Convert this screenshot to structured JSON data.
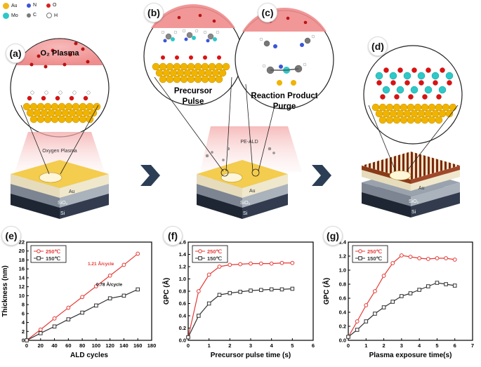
{
  "legend": {
    "items": [
      {
        "symbol": "Au",
        "color": "#f2b61c"
      },
      {
        "symbol": "N",
        "color": "#3a55d8"
      },
      {
        "symbol": "O",
        "color": "#d92020"
      },
      {
        "symbol": "Mo",
        "color": "#2ec8c8"
      },
      {
        "symbol": "C",
        "color": "#7a7a7a"
      },
      {
        "symbol": "H",
        "color": "#ffffff"
      }
    ]
  },
  "panels": {
    "a": {
      "label": "(a)",
      "title": "O₂ Plasma",
      "beam": "Oxygen Plasma",
      "layers": [
        "Au",
        "SiO₂",
        "Si"
      ]
    },
    "b": {
      "label": "(b)",
      "caption_line1": "Precursor",
      "caption_line2": "Pulse",
      "beam": "PE-ALD",
      "layers": [
        "Au",
        "SiO₂",
        "Si"
      ]
    },
    "c": {
      "label": "(c)",
      "caption_line1": "Reaction Product",
      "caption_line2": "Purge"
    },
    "d": {
      "label": "(d)",
      "layers": [
        "Au",
        "SiO₂",
        "Si"
      ]
    }
  },
  "charts": {
    "e": {
      "label": "(e)"
    },
    "f": {
      "label": "(f)"
    },
    "g": {
      "label": "(g)"
    }
  },
  "colors": {
    "series_250": "#e53935",
    "series_150": "#333333",
    "arrow": "#2c3e55"
  },
  "chart_data": [
    {
      "type": "line",
      "panel": "(e)",
      "xlabel": "ALD cycles",
      "ylabel": "Thickness (nm)",
      "xlim": [
        0,
        180
      ],
      "ylim": [
        0,
        22
      ],
      "xticks": [
        0,
        20,
        40,
        60,
        80,
        100,
        120,
        140,
        160,
        180
      ],
      "yticks": [
        0,
        2,
        4,
        6,
        8,
        10,
        12,
        14,
        16,
        18,
        20,
        22
      ],
      "legend_position": "top-left",
      "series": [
        {
          "name": "250℃",
          "marker": "circle",
          "x": [
            0,
            20,
            40,
            60,
            80,
            100,
            120,
            140,
            160
          ],
          "y": [
            0,
            2.4,
            4.9,
            7.3,
            9.7,
            12.1,
            14.5,
            16.9,
            19.4
          ]
        },
        {
          "name": "150℃",
          "marker": "square",
          "x": [
            0,
            20,
            40,
            60,
            80,
            100,
            120,
            140,
            160
          ],
          "y": [
            0,
            1.6,
            3.1,
            4.7,
            6.2,
            7.8,
            9.4,
            10.0,
            11.4
          ]
        }
      ],
      "annotations": [
        "1.21 Å/cycle",
        "0.78 Å/cycle"
      ]
    },
    {
      "type": "line",
      "panel": "(f)",
      "xlabel": "Precursor pulse time (s)",
      "ylabel": "GPC (Å)",
      "xlim": [
        0,
        6
      ],
      "ylim": [
        0,
        1.6
      ],
      "xticks": [
        0,
        1,
        2,
        3,
        4,
        5,
        6
      ],
      "yticks": [
        0.0,
        0.2,
        0.4,
        0.6,
        0.8,
        1.0,
        1.2,
        1.4,
        1.6
      ],
      "legend_position": "top-left",
      "series": [
        {
          "name": "250℃",
          "marker": "circle",
          "x": [
            0,
            0.5,
            1,
            1.5,
            2,
            2.5,
            3,
            3.5,
            4,
            4.5,
            5
          ],
          "y": [
            0.05,
            0.8,
            1.07,
            1.2,
            1.23,
            1.24,
            1.25,
            1.25,
            1.25,
            1.26,
            1.26
          ]
        },
        {
          "name": "150℃",
          "marker": "square",
          "x": [
            0,
            0.5,
            1,
            1.5,
            2,
            2.5,
            3,
            3.5,
            4,
            4.5,
            5
          ],
          "y": [
            0.05,
            0.4,
            0.6,
            0.74,
            0.77,
            0.79,
            0.81,
            0.82,
            0.83,
            0.83,
            0.84
          ]
        }
      ]
    },
    {
      "type": "line",
      "panel": "(g)",
      "xlabel": "Plasma exposure time(s)",
      "ylabel": "GPC (Å)",
      "xlim": [
        0,
        7
      ],
      "ylim": [
        0,
        1.4
      ],
      "xticks": [
        0,
        1,
        2,
        3,
        4,
        5,
        6,
        7
      ],
      "yticks": [
        0.0,
        0.2,
        0.4,
        0.6,
        0.8,
        1.0,
        1.2,
        1.4
      ],
      "legend_position": "top-left",
      "series": [
        {
          "name": "250℃",
          "marker": "circle",
          "x": [
            0,
            0.5,
            1,
            1.5,
            2,
            2.5,
            3,
            3.5,
            4,
            4.5,
            5,
            5.5,
            6
          ],
          "y": [
            0.05,
            0.27,
            0.5,
            0.7,
            0.92,
            1.1,
            1.21,
            1.19,
            1.17,
            1.16,
            1.17,
            1.17,
            1.15
          ]
        },
        {
          "name": "150℃",
          "marker": "square",
          "x": [
            0,
            0.5,
            1,
            1.5,
            2,
            2.5,
            3,
            3.5,
            4,
            4.5,
            5,
            5.5,
            6
          ],
          "y": [
            0.05,
            0.15,
            0.27,
            0.38,
            0.47,
            0.55,
            0.63,
            0.67,
            0.72,
            0.77,
            0.82,
            0.8,
            0.78
          ]
        }
      ]
    }
  ]
}
